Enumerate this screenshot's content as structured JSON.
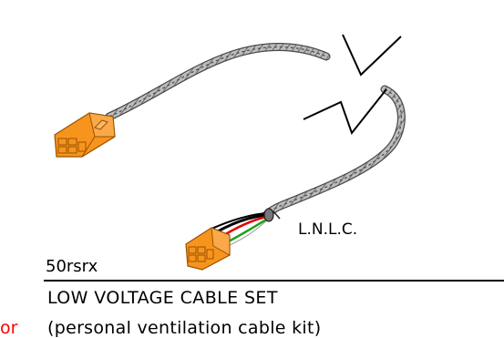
{
  "labels": {
    "connector_label": "L.N.L.C.",
    "model_code": "50rsrx",
    "title": "LOW VOLTAGE CABLE SET",
    "subtitle": "(personal ventilation cable kit)",
    "cut_off_red_text": "or"
  },
  "colors": {
    "connector": "#F7941D",
    "connector_outline": "#C06A00",
    "cable_gray": "#8C8C8C",
    "cable_dark": "#4A4A4A",
    "wire_red": "#E00000",
    "wire_green": "#1FA01F",
    "wire_black": "#000000",
    "wire_white": "#FFFFFF",
    "text": "#000000",
    "accent_red": "#FF0000"
  },
  "icons": {
    "break_symbol": "zigzag-break-icon"
  }
}
